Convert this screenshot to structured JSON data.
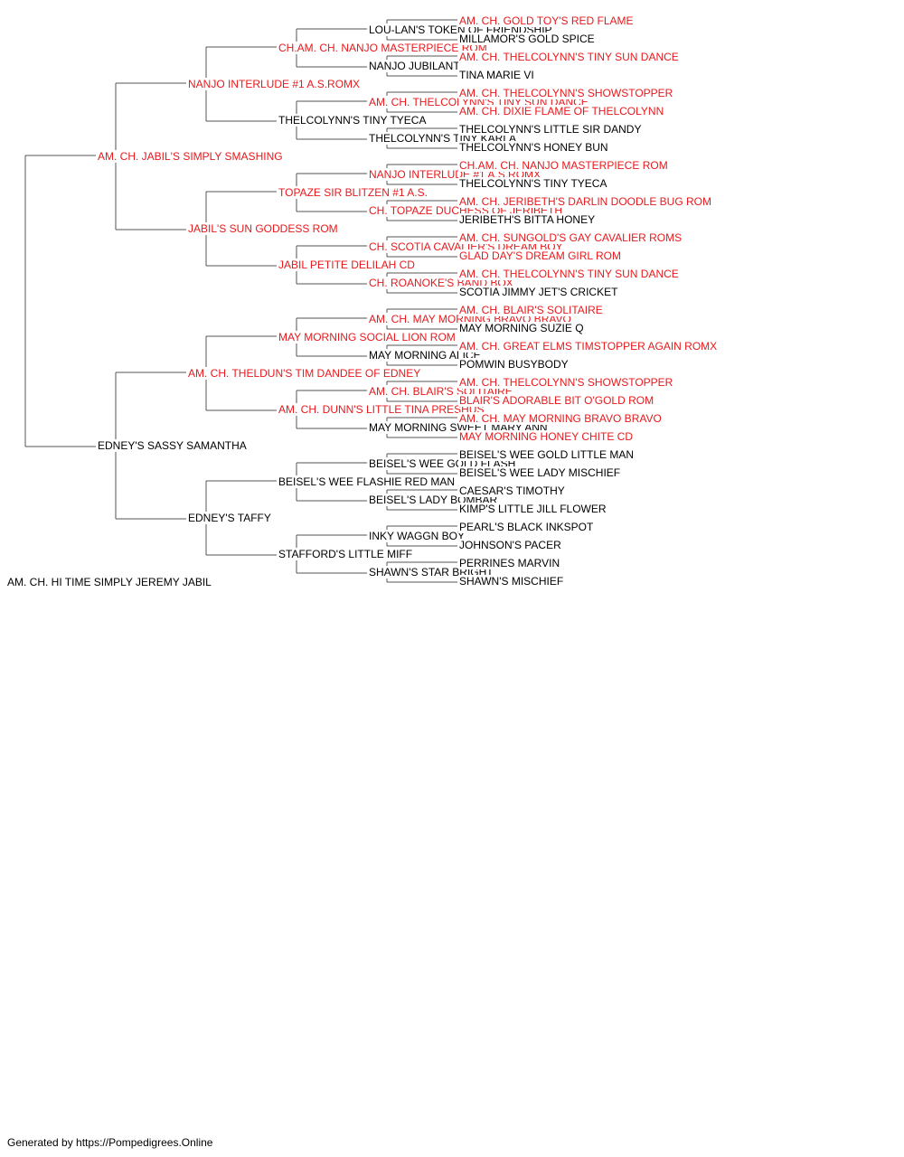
{
  "pedigree": {
    "subject": "AM. CH. HI TIME SIMPLY JEREMY JABIL",
    "generations": [
      [
        {
          "name": "AM. CH. JABIL'S SIMPLY SMASHING",
          "champion": true
        },
        {
          "name": "EDNEY'S SASSY SAMANTHA",
          "champion": false
        }
      ],
      [
        {
          "name": "NANJO INTERLUDE #1 A.S.ROMX",
          "champion": true
        },
        {
          "name": "JABIL'S SUN GODDESS ROM",
          "champion": true
        },
        {
          "name": "AM. CH. THELDUN'S TIM DANDEE OF EDNEY",
          "champion": true
        },
        {
          "name": "EDNEY'S TAFFY",
          "champion": false
        }
      ],
      [
        {
          "name": "CH.AM. CH. NANJO MASTERPIECE ROM",
          "champion": true
        },
        {
          "name": "THELCOLYNN'S TINY TYECA",
          "champion": false
        },
        {
          "name": "TOPAZE SIR BLITZEN #1 A.S.",
          "champion": true
        },
        {
          "name": "JABIL PETITE DELILAH CD",
          "champion": true
        },
        {
          "name": "MAY MORNING SOCIAL LION ROM",
          "champion": true
        },
        {
          "name": "AM. CH. DUNN'S LITTLE TINA PRESHUS",
          "champion": true
        },
        {
          "name": "BEISEL'S WEE FLASHIE RED MAN",
          "champion": false
        },
        {
          "name": "STAFFORD'S LITTLE MIFF",
          "champion": false
        }
      ],
      [
        {
          "name": "LOU-LAN'S TOKEN OF FRIENDSHIP",
          "champion": false
        },
        {
          "name": "NANJO JUBILANT",
          "champion": false
        },
        {
          "name": "AM. CH. THELCOLYNN'S TINY SUN DANCE",
          "champion": true
        },
        {
          "name": "THELCOLYNN'S TINY KARLA",
          "champion": false
        },
        {
          "name": "NANJO INTERLUDE #1 A.S.ROMX",
          "champion": true
        },
        {
          "name": "CH. TOPAZE DUCHESS OF JERIBETH",
          "champion": true
        },
        {
          "name": "CH. SCOTIA CAVALIER'S DREAM BOY",
          "champion": true
        },
        {
          "name": "CH. ROANOKE'S BAND BOX",
          "champion": true
        },
        {
          "name": "AM. CH. MAY MORNING BRAVO BRAVO",
          "champion": true
        },
        {
          "name": "MAY MORNING ALICE",
          "champion": false
        },
        {
          "name": "AM. CH. BLAIR'S SOLITAIRE",
          "champion": true
        },
        {
          "name": "MAY MORNING SWEET MARY ANN",
          "champion": false
        },
        {
          "name": "BEISEL'S WEE GOLD FLASH",
          "champion": false
        },
        {
          "name": "BEISEL'S LADY BOMBAR",
          "champion": false
        },
        {
          "name": "INKY WAGGN BOY",
          "champion": false
        },
        {
          "name": "SHAWN'S STAR BRIGHT",
          "champion": false
        }
      ],
      [
        {
          "name": "AM. CH. GOLD TOY'S RED FLAME",
          "champion": true
        },
        {
          "name": "MILLAMOR'S GOLD SPICE",
          "champion": false
        },
        {
          "name": "AM. CH. THELCOLYNN'S TINY SUN DANCE",
          "champion": true
        },
        {
          "name": "TINA MARIE VI",
          "champion": false
        },
        {
          "name": "AM. CH. THELCOLYNN'S SHOWSTOPPER",
          "champion": true
        },
        {
          "name": "AM. CH. DIXIE FLAME OF THELCOLYNN",
          "champion": true
        },
        {
          "name": "THELCOLYNN'S LITTLE SIR DANDY",
          "champion": false
        },
        {
          "name": "THELCOLYNN'S HONEY BUN",
          "champion": false
        },
        {
          "name": "CH.AM. CH. NANJO MASTERPIECE ROM",
          "champion": true
        },
        {
          "name": "THELCOLYNN'S TINY TYECA",
          "champion": false
        },
        {
          "name": "AM. CH. JERIBETH'S DARLIN DOODLE BUG ROM",
          "champion": true
        },
        {
          "name": "JERIBETH'S BITTA HONEY",
          "champion": false
        },
        {
          "name": "AM. CH. SUNGOLD'S GAY CAVALIER ROMS",
          "champion": true
        },
        {
          "name": "GLAD DAY'S DREAM GIRL ROM",
          "champion": true
        },
        {
          "name": "AM. CH. THELCOLYNN'S TINY SUN DANCE",
          "champion": true
        },
        {
          "name": "SCOTIA JIMMY JET'S CRICKET",
          "champion": false
        },
        {
          "name": "AM. CH. BLAIR'S SOLITAIRE",
          "champion": true
        },
        {
          "name": "MAY MORNING SUZIE Q",
          "champion": false
        },
        {
          "name": "AM. CH. GREAT ELMS TIMSTOPPER AGAIN ROMX",
          "champion": true
        },
        {
          "name": "POMWIN BUSYBODY",
          "champion": false
        },
        {
          "name": "AM. CH. THELCOLYNN'S SHOWSTOPPER",
          "champion": true
        },
        {
          "name": "BLAIR'S ADORABLE BIT O'GOLD ROM",
          "champion": true
        },
        {
          "name": "AM. CH. MAY MORNING BRAVO BRAVO",
          "champion": true
        },
        {
          "name": "MAY MORNING HONEY CHITE CD",
          "champion": true
        },
        {
          "name": "BEISEL'S WEE GOLD LITTLE MAN",
          "champion": false
        },
        {
          "name": "BEISEL'S WEE LADY MISCHIEF",
          "champion": false
        },
        {
          "name": "CAESAR'S TIMOTHY",
          "champion": false
        },
        {
          "name": "KIMP'S LITTLE JILL FLOWER",
          "champion": false
        },
        {
          "name": "PEARL'S BLACK INKSPOT",
          "champion": false
        },
        {
          "name": "JOHNSON'S PACER",
          "champion": false
        },
        {
          "name": "PERRINES MARVIN",
          "champion": false
        },
        {
          "name": "SHAWN'S MISCHIEF",
          "champion": false
        }
      ]
    ]
  },
  "colors": {
    "champion": "#e8191c",
    "regular": "#000000",
    "connector": "#555555"
  },
  "footer": {
    "text": "Generated by https://Pompedigrees.Online"
  }
}
